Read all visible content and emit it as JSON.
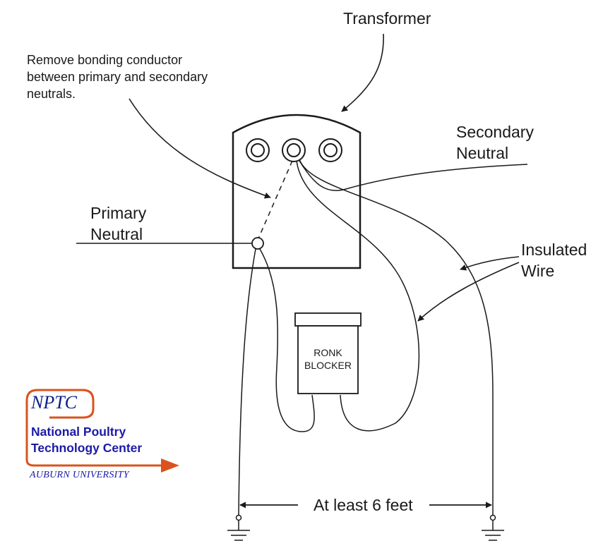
{
  "labels": {
    "transformer": "Transformer",
    "remove_bonding": [
      "Remove bonding conductor",
      "between primary and secondary",
      "neutrals."
    ],
    "secondary_neutral": [
      "Secondary",
      "Neutral"
    ],
    "primary_neutral": [
      "Primary",
      "Neutral"
    ],
    "insulated_wire": [
      "Insulated",
      "Wire"
    ],
    "ronk_blocker": [
      "RONK",
      "BLOCKER"
    ],
    "distance": "At least 6 feet"
  },
  "logo": {
    "abbr": "NPTC",
    "name_line1": "National Poultry",
    "name_line2": "Technology Center",
    "university": "AUBURN UNIVERSITY",
    "colors": {
      "frame": "#d9531e",
      "text": "#1a1aa8"
    }
  },
  "colors": {
    "line": "#1a1a1a",
    "background": "#ffffff"
  }
}
